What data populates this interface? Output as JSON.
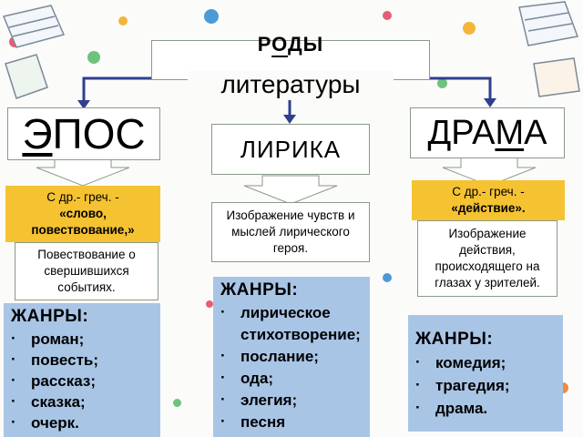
{
  "title": {
    "rody": {
      "before": "Р",
      "underlined": "О",
      "after": "ДЫ"
    },
    "line2": "литературы"
  },
  "epos": {
    "heading": {
      "underlined": "Э",
      "rest": "ПОС"
    },
    "etymology": {
      "prefix": "С др.- греч. -",
      "bold": "«слово, повествование,»"
    },
    "definition": "Повествование о свершившихся событиях.",
    "genres_title": "ЖАНРЫ:",
    "genres": [
      "роман;",
      "повесть;",
      "рассказ;",
      "сказка;",
      "очерк."
    ]
  },
  "lyrics": {
    "heading": "ЛИРИКА",
    "definition": "Изображение чувств и мыслей лирического героя.",
    "genres_title": "ЖАНРЫ:",
    "genres": [
      "лирическое стихотворение;",
      "послание;",
      "ода;",
      "элегия;",
      "песня"
    ]
  },
  "drama": {
    "heading": {
      "before": "ДРА",
      "underlined": "М",
      "after": "А"
    },
    "etymology": {
      "prefix": "С др.- греч. -",
      "bold": "«действие»."
    },
    "definition": "Изображение действия, происходящего на глазах у зрителей.",
    "genres_title": "ЖАНРЫ:",
    "genres": [
      "комедия;",
      "трагедия;",
      "драма."
    ]
  },
  "colors": {
    "connector": "#2f3f8f",
    "yellow": "#f5c232",
    "blue": "#a9c5e6",
    "dots": [
      "#e85c7a",
      "#4b9ad8",
      "#f3b63a",
      "#6fc27d",
      "#9b7fd1",
      "#f08a3c"
    ]
  }
}
